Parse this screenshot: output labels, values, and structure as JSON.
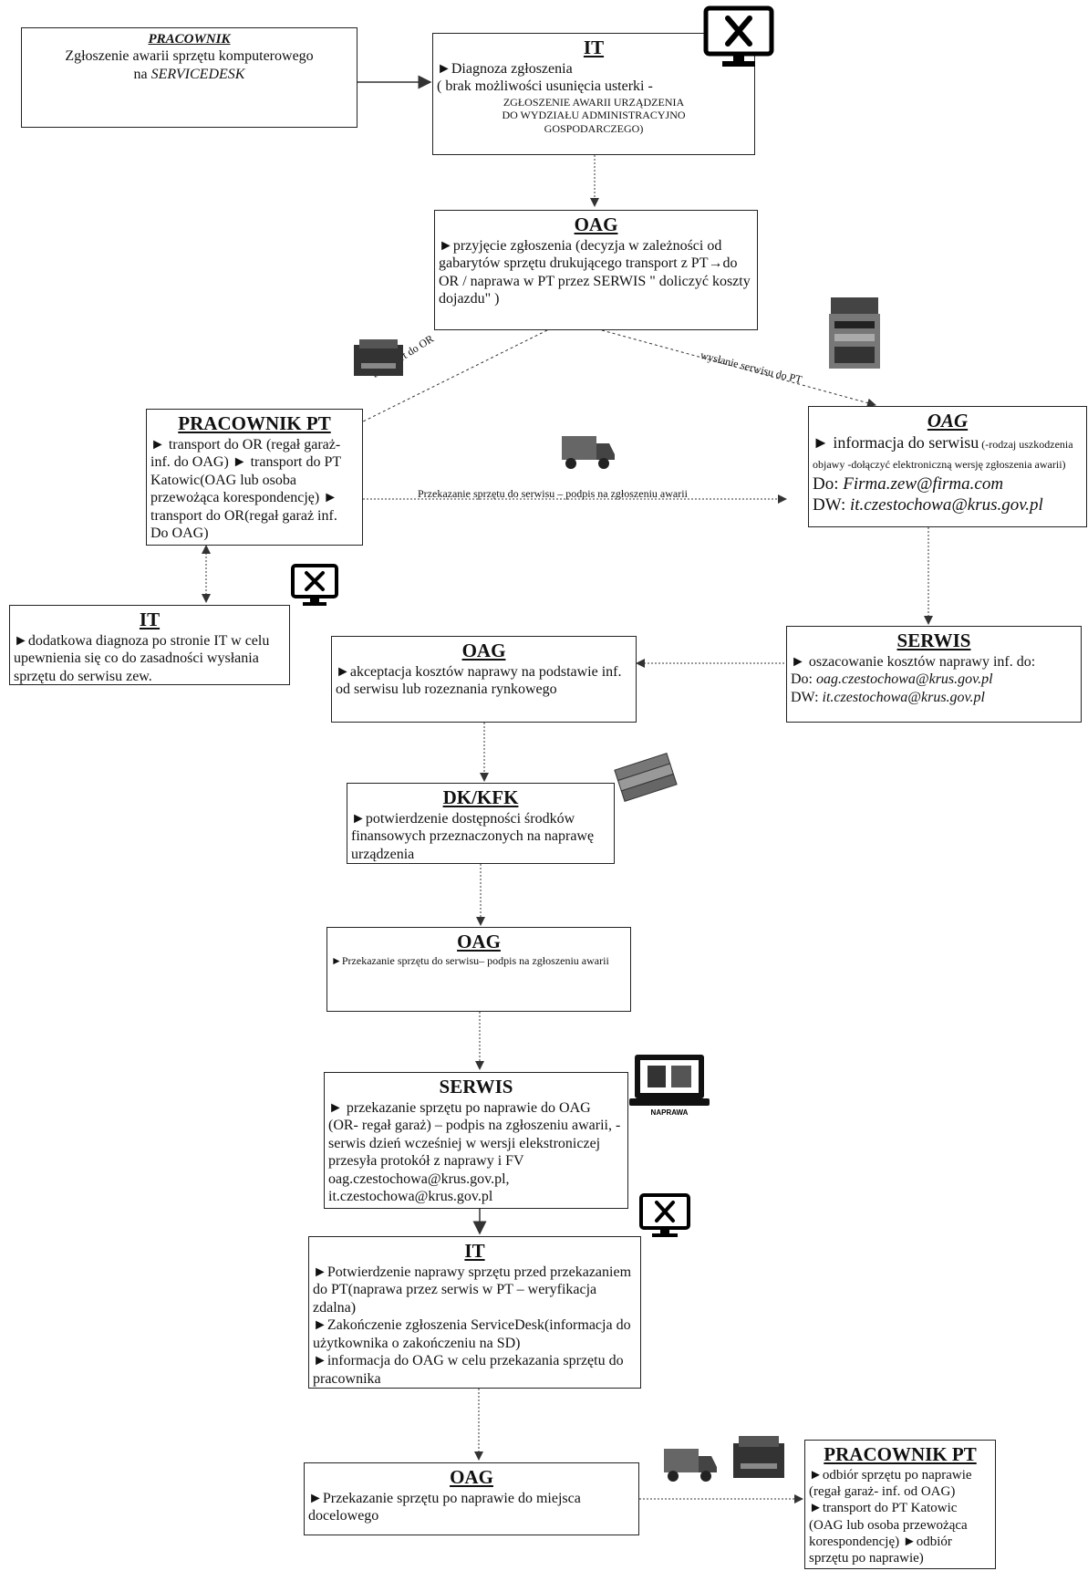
{
  "box1": {
    "title": "PRACOWNIK",
    "line1": "Zgłoszenie awarii sprzętu komputerowego",
    "line2_prefix": "na ",
    "line2_em": "SERVICEDESK"
  },
  "box2": {
    "title": "IT",
    "line1": "►Diagnoza zgłoszenia",
    "line2": "( brak możliwości usunięcia usterki -",
    "line3": "ZGŁOSZENIE AWARII URZĄDZENIA",
    "line4": "DO WYDZIAŁU ADMINISTRACYJNO",
    "line5": "GOSPODARCZEGO)"
  },
  "box3": {
    "title": "OAG",
    "text": "►przyjęcie zgłoszenia (decyzja w zależności od gabarytów sprzętu drukującego transport z PT→do OR / naprawa w PT przez SERWIS \" doliczyć koszty dojazdu\" )"
  },
  "box4": {
    "title": "PRACOWNIK PT",
    "text": "► transport do OR (regał garaż-inf. do OAG) ► transport do PT Katowic(OAG lub osoba przewożąca korespondencję) ► transport do OR(regał garaż inf. Do OAG)"
  },
  "box5": {
    "title": "OAG",
    "line1": "► informacja do serwisu",
    "line1_small": " (-rodzaj uszkodzenia objawy -dołączyć elektroniczną wersję zgłoszenia awarii)",
    "do_label": "Do: ",
    "do_email": "Firma.zew@firma.com",
    "dw_label": "DW: ",
    "dw_email": "it.czestochowa@krus.gov.pl"
  },
  "box6": {
    "title": "IT",
    "text": "►dodatkowa diagnoza po stronie IT w celu upewnienia się co do zasadności wysłania sprzętu do serwisu zew."
  },
  "box7": {
    "title": "SERWIS",
    "line1": "► oszacowanie kosztów naprawy inf. do:",
    "do_label": "Do: ",
    "do_email": "oag.czestochowa@krus.gov.pl",
    "dw_label": "DW: ",
    "dw_email": "it.czestochowa@krus.gov.pl"
  },
  "box8": {
    "title": "OAG",
    "text": "►akceptacja kosztów naprawy na podstawie inf. od serwisu lub rozeznania rynkowego"
  },
  "box9": {
    "title": "DK/KFK",
    "text": "►potwierdzenie dostępności środków finansowych przeznaczonych na naprawę urządzenia"
  },
  "box10": {
    "title": "OAG",
    "text": "►Przekazanie sprzętu do serwisu– podpis na zgłoszeniu awarii"
  },
  "box11": {
    "title": "SERWIS",
    "text": "► przekazanie sprzętu po naprawie do OAG (OR- regał garaż) – podpis na zgłoszeniu awarii, - serwis dzień wcześniej w wersji elekstroniczej przesyła protokół z naprawy i FV oag.czestochowa@krus.gov.pl, it.czestochowa@krus.gov.pl"
  },
  "box12": {
    "title": "IT",
    "line1": "►Potwierdzenie naprawy sprzętu przed przekazaniem do PT(naprawa przez serwis w PT – weryfikacja zdalna)",
    "line2": "►Zakończenie zgłoszenia ServiceDesk(informacja do użytkownika o zakończeniu na SD)",
    "line3": "►informacja do OAG w celu przekazania sprzętu do pracownika"
  },
  "box13": {
    "title": "OAG",
    "text": "►Przekazanie sprzętu po naprawie do miejsca docelowego"
  },
  "box14": {
    "title": "PRACOWNIK PT",
    "text": "►odbiór sprzętu po naprawie (regał garaż- inf. od OAG) ►transport do PT Katowic (OAG lub osoba przewożąca korespondencję) ►odbiór sprzętu po naprawie)"
  },
  "labels": {
    "transport_or": "transport do OR",
    "wyslanie_serwisu": "wysłanie serwisu do PT",
    "przekazanie": "Przekazanie sprzętu do serwisu – podpis na zgłoszeniu awarii"
  },
  "icons": {
    "naprawa_label": "NAPRAWA"
  }
}
